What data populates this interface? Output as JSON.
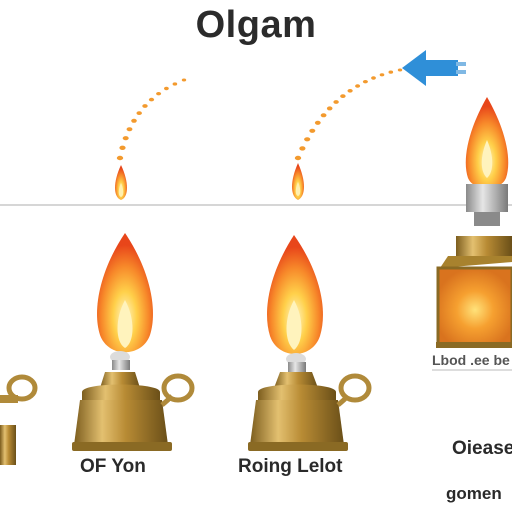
{
  "title": "Olgam",
  "labels": {
    "left_caption": "OF Yon",
    "middle_caption": "Roing Lelot",
    "right_label_small": "Lbod .ee be",
    "right_caption": "Oiease",
    "right_caption_bottom": "gomen"
  },
  "colors": {
    "flame_outer": "#f7a23a",
    "flame_core": "#fff2b0",
    "flame_red": "#ee4a1a",
    "brass": "#c9a14a",
    "brass_dark": "#8a6a24",
    "arrow": "#2f8fd8",
    "dots": "#f39a2e"
  },
  "icons": [
    "flame-icon",
    "oil-lamp-icon",
    "arrow-left-icon"
  ]
}
